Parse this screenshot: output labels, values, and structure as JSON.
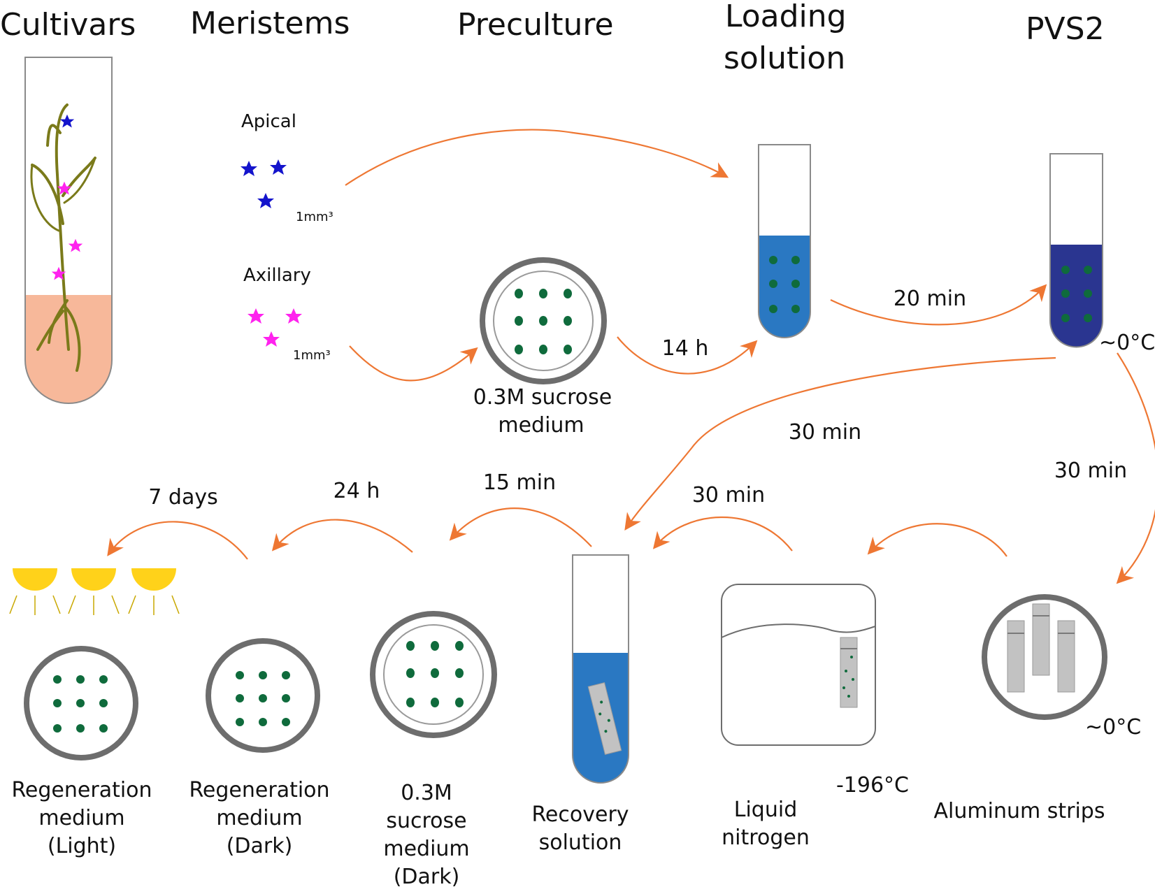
{
  "headers": {
    "cultivars": "Cultivars",
    "meristems": "Meristems",
    "preculture": "Preculture",
    "loading_line1": "Loading",
    "loading_line2": "solution",
    "pvs2": "PVS2"
  },
  "meristems": {
    "apical": "Apical",
    "axillary": "Axillary",
    "size_apical": "1mm³",
    "size_axillary": "1mm³"
  },
  "labels": {
    "preculture_medium_line1": "0.3M sucrose",
    "preculture_medium_line2": "medium",
    "pvs2_temp": "~0°C",
    "strips_temp": "~0°C",
    "ln_temp": "-196°C",
    "aluminum_strips": "Aluminum strips",
    "liquid_nitrogen_line1": "Liquid",
    "liquid_nitrogen_line2": "nitrogen",
    "recovery_line1": "Recovery",
    "recovery_line2": "solution",
    "sucrose_dark_line1": "0.3M",
    "sucrose_dark_line2": "sucrose",
    "sucrose_dark_line3": "medium",
    "sucrose_dark_line4": "(Dark)",
    "regen_dark_line1": "Regeneration",
    "regen_dark_line2": "medium",
    "regen_dark_line3": "(Dark)",
    "regen_light_line1": "Regeneration",
    "regen_light_line2": "medium",
    "regen_light_line3": "(Light)"
  },
  "durations": {
    "preculture_to_loading": "14 h",
    "loading_to_pvs2": "20 min",
    "pvs2_to_recovery": "30 min",
    "pvs2_to_strips": "30 min",
    "ln_to_recovery": "30 min",
    "recovery_to_sucrose": "15 min",
    "sucrose_to_regen_dark": "24 h",
    "regen_dark_to_light": "7 days"
  },
  "colors": {
    "arrow": "#ee7733",
    "loading_liquid": "#2a78c2",
    "pvs2_liquid": "#2a3590",
    "recovery_liquid": "#2a78c2",
    "medium": "#f7b89a",
    "dot": "#0f6b3c",
    "dish_rim": "#6d6d6d",
    "lamp": "#ffd21a",
    "strip": "#c2c2c2",
    "apical_star": "#1414cc",
    "axillary_star": "#ff22ee",
    "plant": "#7a7a1a"
  }
}
